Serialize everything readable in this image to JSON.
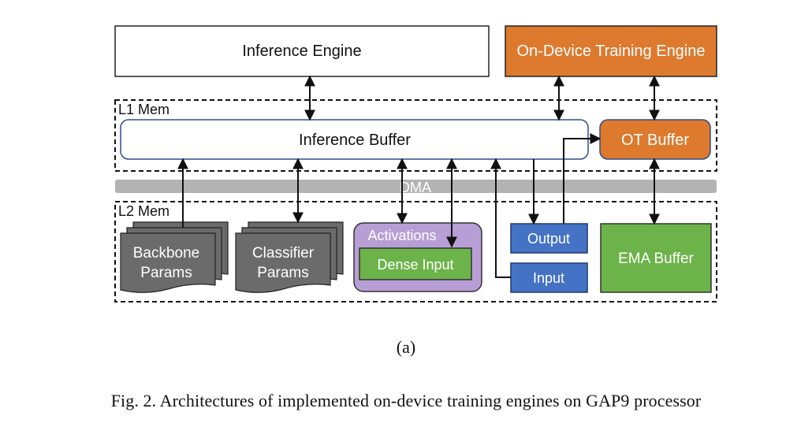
{
  "diagram": {
    "blocks": {
      "inference_engine": "Inference Engine",
      "training_engine": "On-Device Training Engine",
      "l1_label": "L1 Mem",
      "inference_buffer": "Inference Buffer",
      "ot_buffer": "OT Buffer",
      "dma": "DMA",
      "l2_label": "L2 Mem",
      "backbone_line1": "Backbone",
      "backbone_line2": "Params",
      "classifier_line1": "Classifier",
      "classifier_line2": "Params",
      "activations": "Activations",
      "dense_input": "Dense Input",
      "output": "Output",
      "input": "Input",
      "ema_buffer": "EMA Buffer"
    },
    "colors": {
      "orange": "#dd7a2e",
      "gray_doc": "#6b6b6b",
      "purple": "#b79fd6",
      "purple_border": "#7a5ea8",
      "green": "#6cb34a",
      "blue": "#4472c4",
      "dma_bar": "#b3b3b3"
    }
  },
  "sub_caption": "(a)",
  "figure_caption": "Fig. 2.  Architectures of implemented on-device training engines on GAP9 processor"
}
